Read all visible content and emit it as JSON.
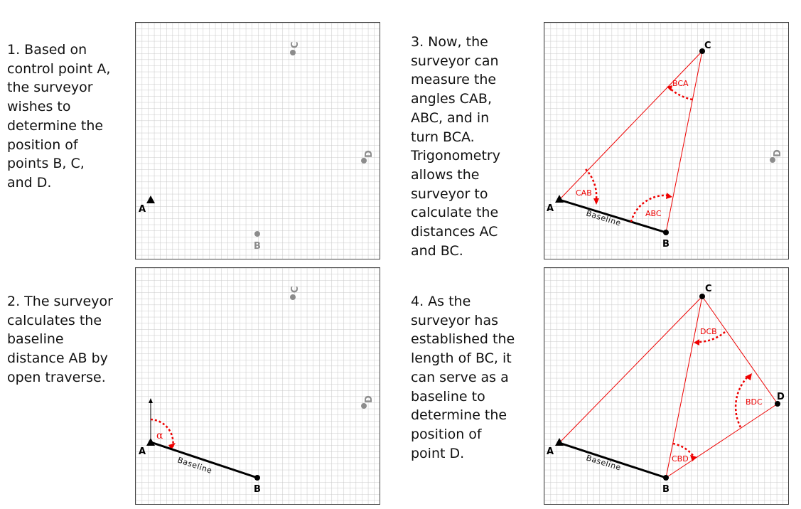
{
  "steps": [
    {
      "text": "1.  Based on\ncontrol point A,\nthe surveyor\nwishes to\ndetermine the\nposition of\npoints B, C,\nand D."
    },
    {
      "text": "2. The surveyor\ncalculates the\nbaseline\ndistance AB by\nopen traverse."
    },
    {
      "text": "3.  Now, the\nsurveyor can\nmeasure the\nangles CAB,\nABC, and in\nturn BCA.\nTrigonometry\nallows the\nsurveyor to\ncalculate the\ndistances AC\nand BC."
    },
    {
      "text": "4.  As the\nsurveyor has\nestablished the\nlength of BC, it\ncan serve as a\nbaseline to\ndetermine the\nposition of\npoint D."
    }
  ],
  "points": {
    "a": "A",
    "b": "B",
    "c": "C",
    "d": "D"
  },
  "baseline_label": "Baseline",
  "alpha": "α",
  "angles": {
    "cab": "CAB",
    "abc": "ABC",
    "bca": "BCA",
    "dcb": "DCB",
    "bdc": "BDC",
    "cbd": "CBD"
  },
  "colors": {
    "grid": "#c8c8c8",
    "accent": "#e00000",
    "inactive": "#8c8c8c",
    "ink": "#000000"
  }
}
